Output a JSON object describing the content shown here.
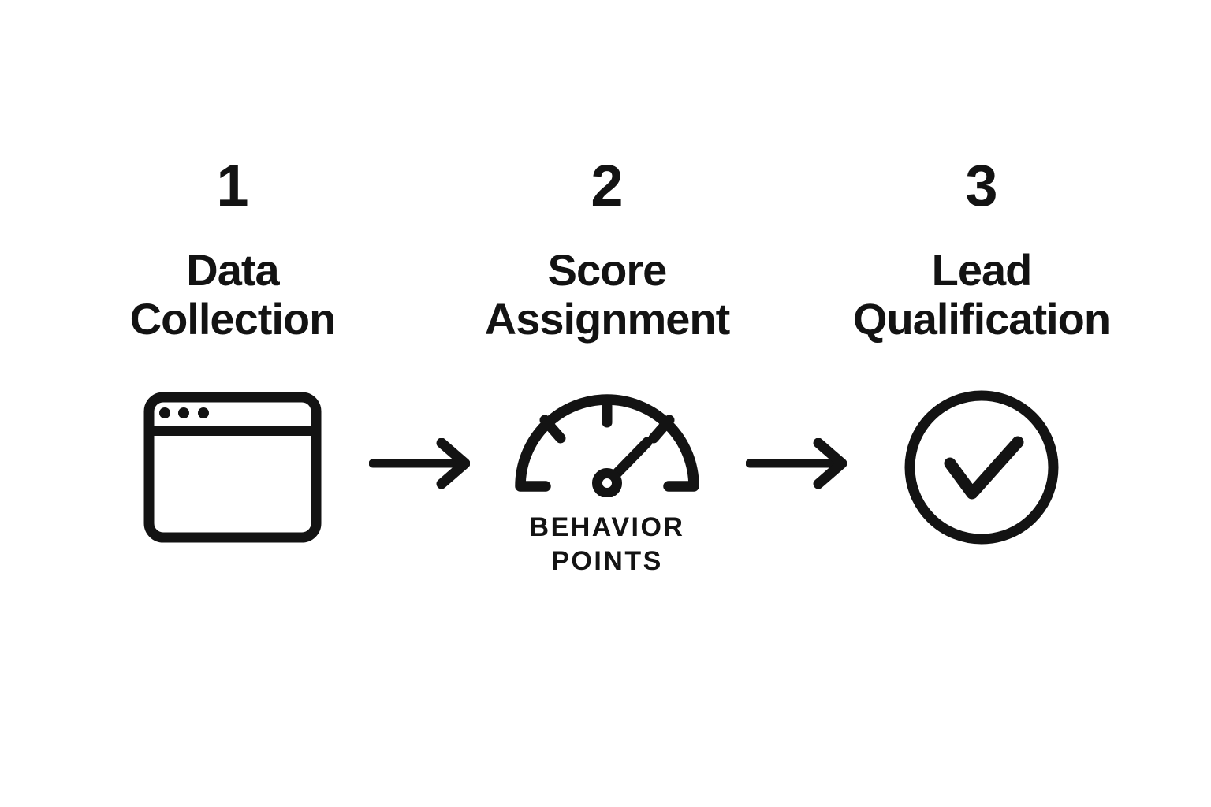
{
  "theme": {
    "background": "#ffffff",
    "ink": "#131313"
  },
  "diagram": {
    "type": "process-flow",
    "description": "Three-step lead scoring process",
    "steps": [
      {
        "number": "1",
        "title": "Data\nCollection",
        "icon": "browser-window-icon"
      },
      {
        "number": "2",
        "title": "Score\nAssignment",
        "icon": "gauge-icon",
        "caption": "BEHAVIOR\nPOINTS"
      },
      {
        "number": "3",
        "title": "Lead\nQualification",
        "icon": "check-circle-icon"
      }
    ],
    "connectors": [
      {
        "icon": "arrow-right-icon"
      },
      {
        "icon": "arrow-right-icon"
      }
    ]
  }
}
